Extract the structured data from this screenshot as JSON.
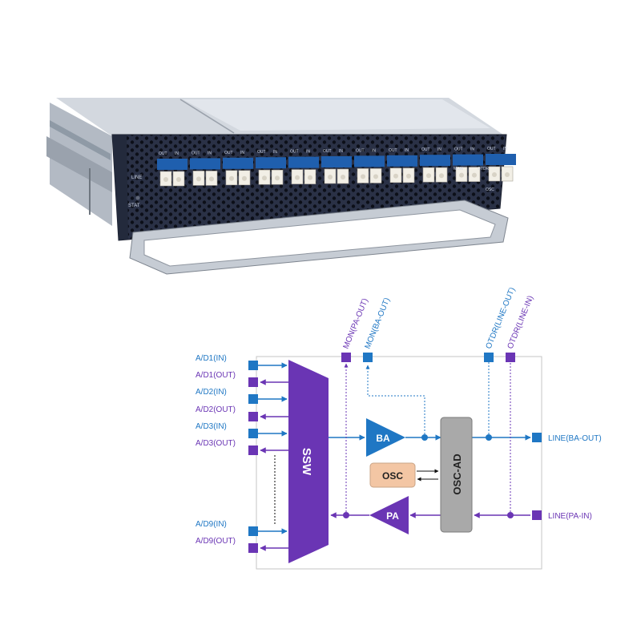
{
  "colors": {
    "blue": "#1f77c4",
    "purple": "#6a35b4",
    "gray_block": "#a9a9a9",
    "osc_fill": "#f3c6a4",
    "frame": "#c6c6c6"
  },
  "device": {
    "port_pairs": [
      {
        "out": "OUT",
        "in": "IN"
      },
      {
        "out": "OUT",
        "in": "IN"
      },
      {
        "out": "OUT",
        "in": "IN"
      },
      {
        "out": "OUT",
        "in": "IN"
      },
      {
        "out": "OUT",
        "in": "IN"
      },
      {
        "out": "OUT",
        "in": "IN"
      },
      {
        "out": "OUT",
        "in": "IN"
      },
      {
        "out": "OUT",
        "in": "IN"
      },
      {
        "out": "OUT",
        "in": "IN"
      },
      {
        "out": "OUT",
        "in": "IN"
      },
      {
        "out": "OUT",
        "in": "IN"
      }
    ],
    "line_label": "LINE",
    "stat_label": "STAT",
    "mon_label": "MON",
    "otdr_label": "OTDR",
    "osc_label": "OSC"
  },
  "diagram": {
    "left_ports": [
      {
        "label": "A/D1(IN)",
        "kind": "in"
      },
      {
        "label": "A/D1(OUT)",
        "kind": "out"
      },
      {
        "label": "A/D2(IN)",
        "kind": "in"
      },
      {
        "label": "A/D2(OUT)",
        "kind": "out"
      },
      {
        "label": "A/D3(IN)",
        "kind": "in"
      },
      {
        "label": "A/D3(OUT)",
        "kind": "out"
      },
      {
        "label": "A/D9(IN)",
        "kind": "in"
      },
      {
        "label": "A/D9(OUT)",
        "kind": "out"
      }
    ],
    "top_labels": [
      "MON(PA-OUT)",
      "MON(BA-OUT)",
      "OTDR(LINE-OUT)",
      "OTDR(LINE-IN)"
    ],
    "right_labels": [
      "LINE(BA-OUT)",
      "LINE(PA-IN)"
    ],
    "blocks": {
      "ssw": "SSW",
      "ba": "BA",
      "pa": "PA",
      "osc": "OSC",
      "oscad": "OSC-AD"
    }
  }
}
